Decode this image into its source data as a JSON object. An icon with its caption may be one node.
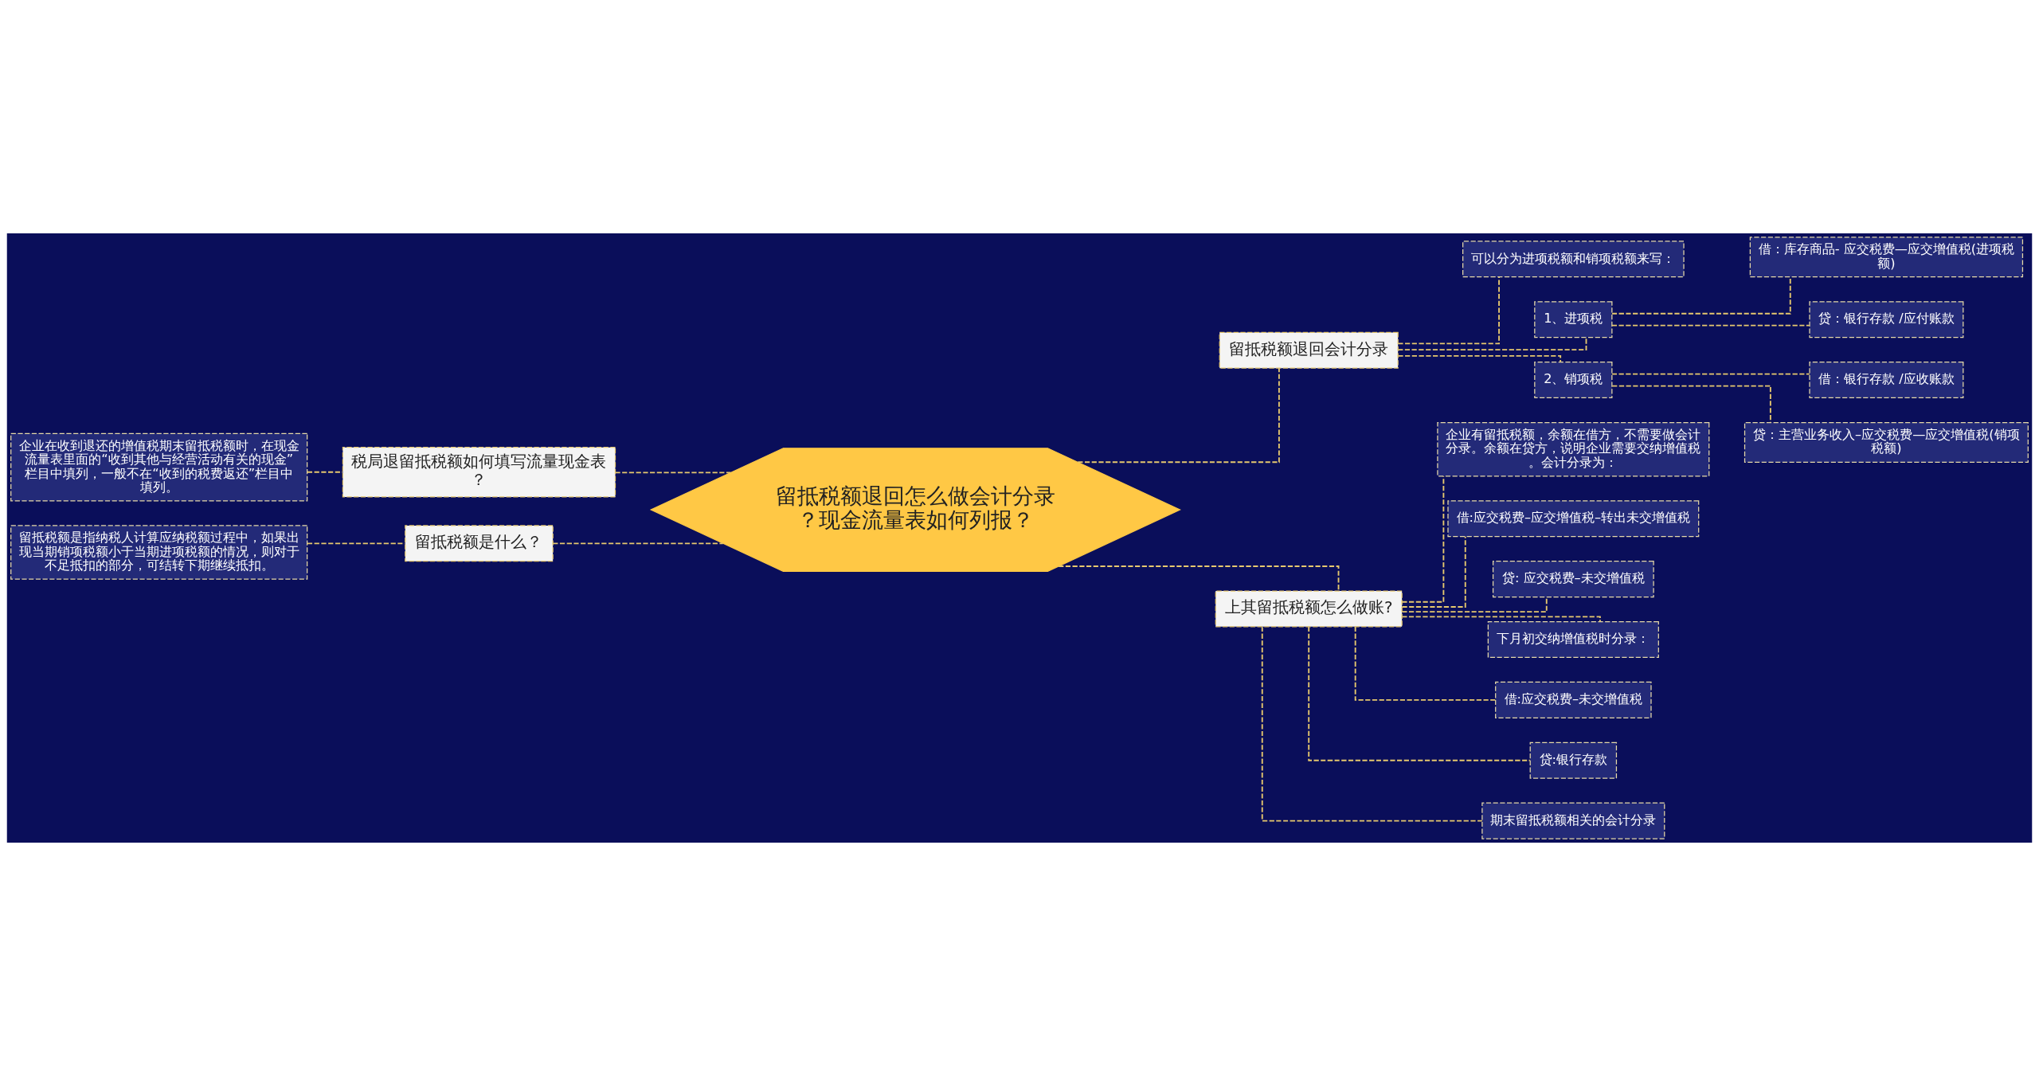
{
  "diagram": {
    "nodes": [
      {
        "text": [
          "留抵税额退回怎么做会计分录？现金流量表如何列报？"
        ]
      },
      {
        "text": [
          "税局退留抵税额如何填写流量现金表？"
        ]
      },
      {
        "text": [
          "企业在收到退还的增值税期末留抵税额时，在现金流量表里面的“收到其他与经营活动有关的现金”栏目中填列，一般不在“收到的税费返还”栏目中填列。"
        ]
      },
      {
        "text": [
          "留抵税额是什么？"
        ]
      },
      {
        "text": [
          "留抵税额是指纳税人计算应纳税额过程中，如果出现当期销项税额小于当期进项税额的情况，则对于不足抵扣的部分，可结转下期继续抵扣。"
        ]
      },
      {
        "text": [
          "留抵税额退回会计分录"
        ]
      },
      {
        "text": [
          "可以分为进项税额和销项税额来写："
        ]
      },
      {
        "text": [
          "1、进项税"
        ]
      },
      {
        "text": [
          "借：库存商品- 应交税费—应交增值税(进项税额)"
        ]
      },
      {
        "text": [
          "贷：银行存款 /应付账款"
        ]
      },
      {
        "text": [
          "2、销项税"
        ]
      },
      {
        "text": [
          "借：银行存款 /应收账款"
        ]
      },
      {
        "text": [
          "贷：主营业务收入–应交税费—应交增值税(销项税额)"
        ]
      },
      {
        "text": [
          "上其留抵税额怎么做账?"
        ]
      },
      {
        "text": [
          "企业有留抵税额，余额在借方，不需要做会计分录。余额在贷方，说明企业需要交纳增值税。会计分录为："
        ]
      },
      {
        "text": [
          "借:应交税费–应交增值税–转出未交增值税"
        ]
      },
      {
        "text": [
          "贷: 应交税费–未交增值税"
        ]
      },
      {
        "text": [
          "下月初交纳增值税时分录："
        ]
      },
      {
        "text": [
          "借:应交税费–未交增值税"
        ]
      },
      {
        "text": [
          "贷:银行存款"
        ]
      },
      {
        "text": [
          "期末留抵税额相关的会计分录"
        ]
      }
    ],
    "edges": [
      {
        "from": 0,
        "to": 1,
        "arrow": "none"
      },
      {
        "from": 1,
        "to": 2,
        "arrow": "none"
      },
      {
        "from": 0,
        "to": 3,
        "arrow": "none"
      },
      {
        "from": 3,
        "to": 4,
        "arrow": "none"
      },
      {
        "from": 0,
        "to": 5,
        "arrow": "none"
      },
      {
        "from": 5,
        "to": 6,
        "arrow": "none"
      },
      {
        "from": 5,
        "to": 7,
        "arrow": "none"
      },
      {
        "from": 7,
        "to": 8,
        "arrow": "none"
      },
      {
        "from": 7,
        "to": 9,
        "arrow": "none"
      },
      {
        "from": 5,
        "to": 10,
        "arrow": "none"
      },
      {
        "from": 10,
        "to": 11,
        "arrow": "none"
      },
      {
        "from": 10,
        "to": 12,
        "arrow": "none"
      },
      {
        "from": 0,
        "to": 13,
        "arrow": "none"
      },
      {
        "from": 13,
        "to": 14,
        "arrow": "none"
      },
      {
        "from": 13,
        "to": 15,
        "arrow": "none"
      },
      {
        "from": 13,
        "to": 16,
        "arrow": "none"
      },
      {
        "from": 13,
        "to": 17,
        "arrow": "none"
      },
      {
        "from": 13,
        "to": 18,
        "arrow": "none"
      },
      {
        "from": 13,
        "to": 19,
        "arrow": "none"
      },
      {
        "from": 13,
        "to": 20,
        "arrow": "none"
      }
    ]
  }
}
